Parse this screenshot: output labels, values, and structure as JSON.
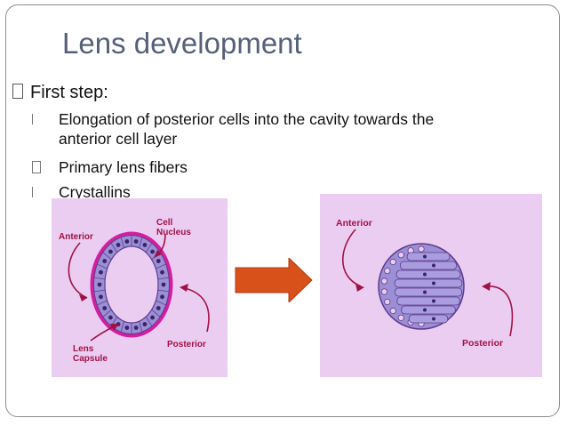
{
  "slide": {
    "title": "Lens development",
    "bullet1": "First step:",
    "sub1_line1": "Elongation of posterior cells into the cavity towards the",
    "sub1_line2": "anterior cell layer",
    "sub2": "Primary lens fibers",
    "sub3": "Crystallins"
  },
  "figure": {
    "left": {
      "anterior": "Anterior",
      "cell": "Cell",
      "nucleus": "Nucleus",
      "lens": "Lens",
      "capsule": "Capsule",
      "posterior": "Posterior"
    },
    "right": {
      "anterior": "Anterior",
      "posterior": "Posterior"
    }
  },
  "colors": {
    "panel_bg": "#ebcdf2",
    "cell_fill": "#9b8fd6",
    "capsule": "#d41ea0",
    "arrow": "#d8501a",
    "label": "#a01245"
  }
}
